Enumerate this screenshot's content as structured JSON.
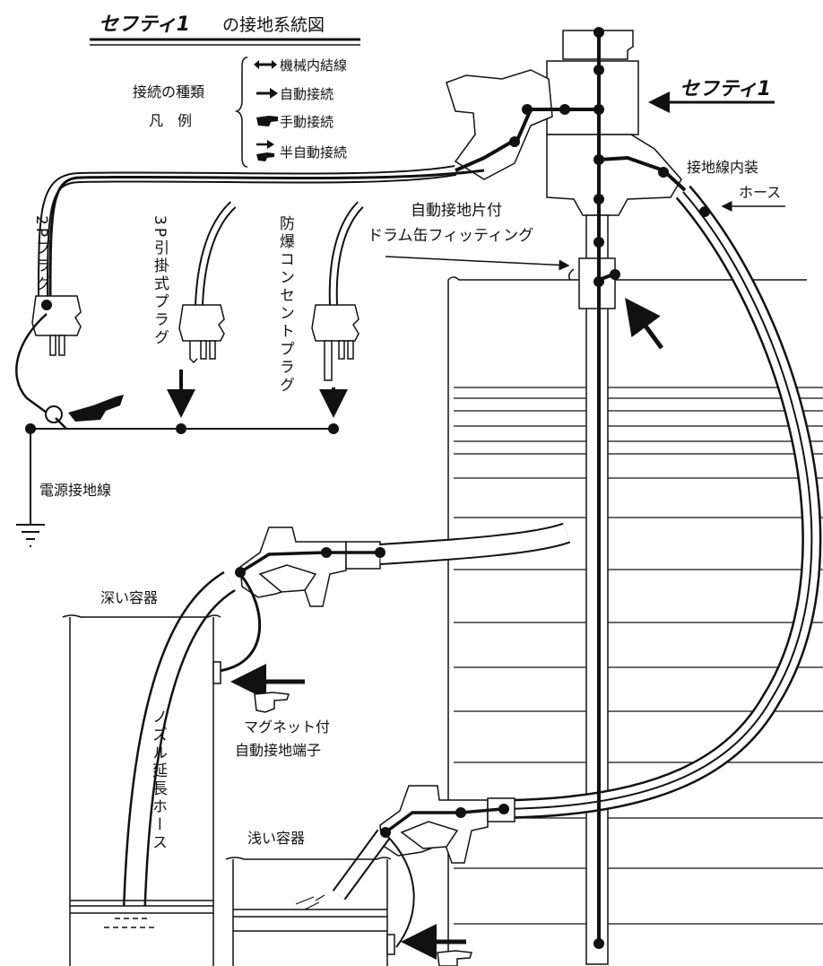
{
  "title": {
    "brand": "セフティ1",
    "suffix": "の接地系統図"
  },
  "side_brand": "セフティ1",
  "legend": {
    "heading_line1": "接続の種類",
    "heading_line2": "凡　例",
    "items": [
      {
        "icon": "double-arrow-icon",
        "label": "機械内結線"
      },
      {
        "icon": "arrow-right-icon",
        "label": "自動接続"
      },
      {
        "icon": "pointing-hand-icon",
        "label": "手動接続"
      },
      {
        "icon": "arrow-hand-icon",
        "label": "半自動接続"
      }
    ]
  },
  "labels": {
    "plug_2p": "2Pプラグ",
    "plug_3p": "3P引掛式プラグ",
    "explosion_proof": "防爆コンセントプラグ",
    "power_ground": "電源接地線",
    "hose_inner_l1": "接地線内装",
    "hose_inner_l2": "ホース",
    "drum_fitting_l1": "自動接地片付",
    "drum_fitting_l2": "ドラム缶フィッティング",
    "deep_container": "深い容器",
    "shallow_container": "浅い容器",
    "nozzle_extension": "ノズル延長ホース",
    "magnet_l1": "マグネット付",
    "magnet_l2": "自動接地端子"
  },
  "colors": {
    "ink": "#111111",
    "paper": "#ffffff"
  }
}
